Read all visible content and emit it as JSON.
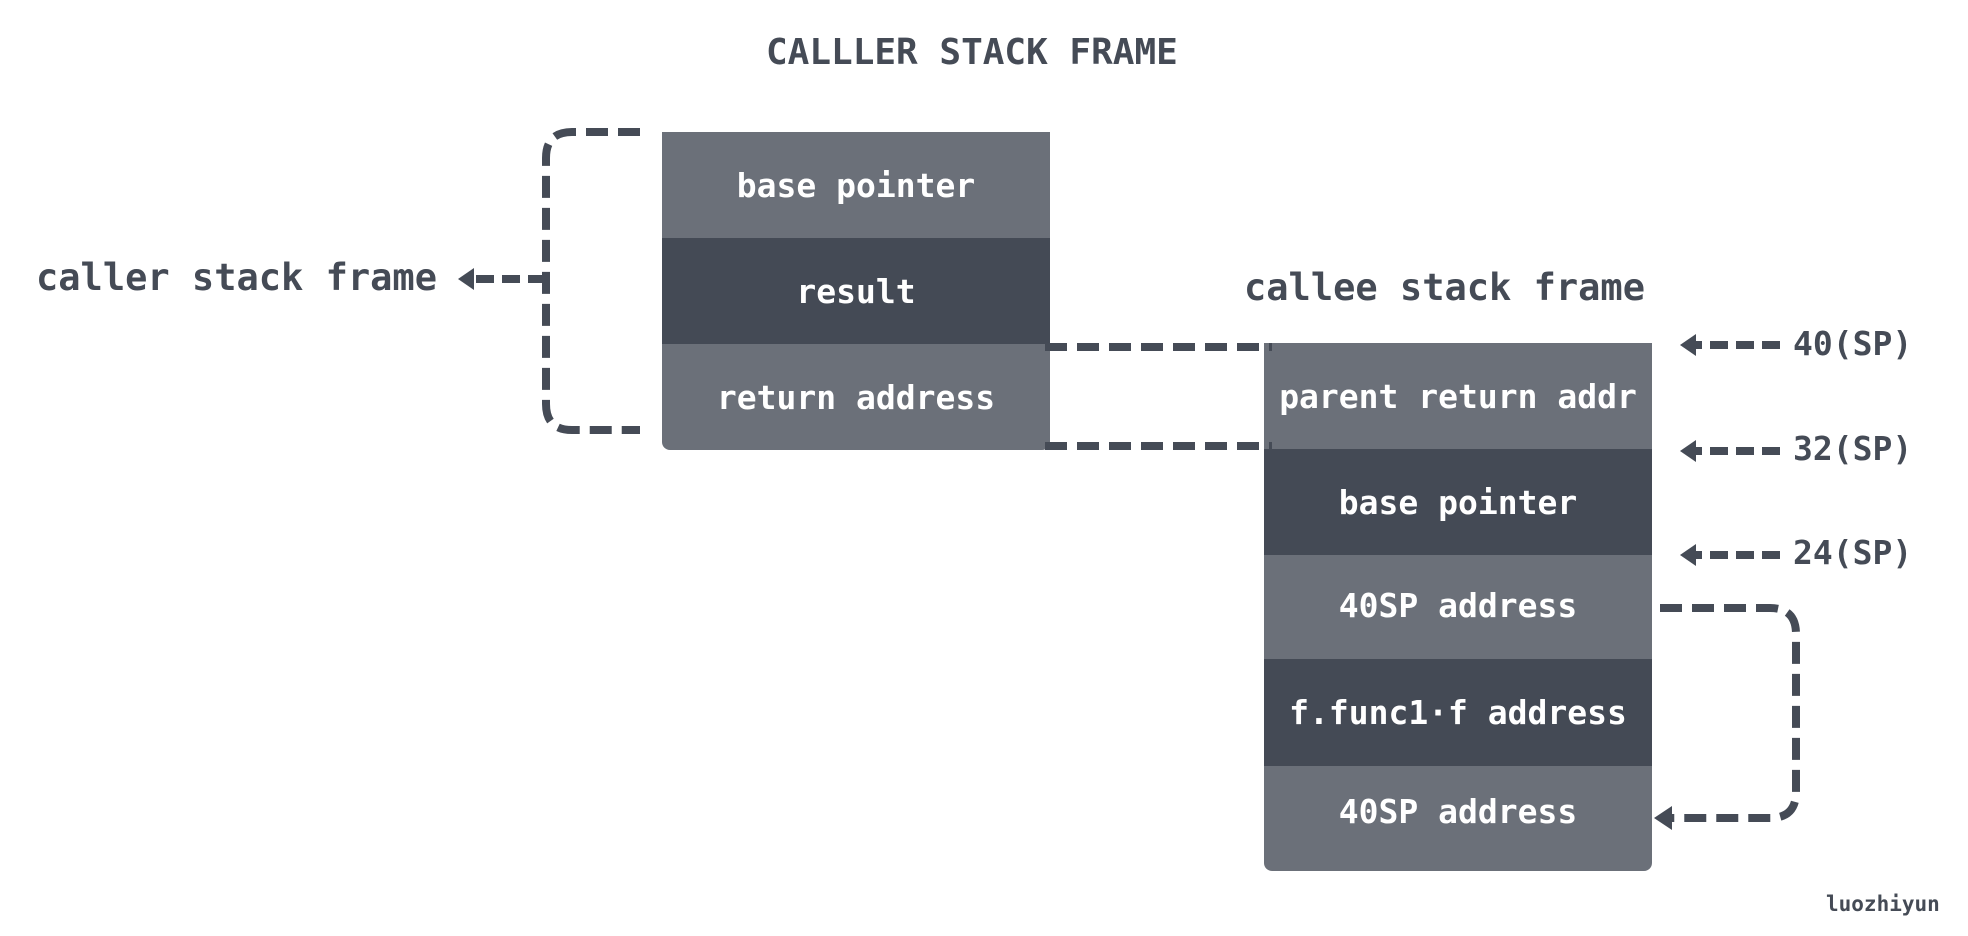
{
  "title": "CALLLER STACK FRAME",
  "caller": {
    "label": "caller stack frame",
    "cells": [
      {
        "text": "base pointer",
        "shade": "light"
      },
      {
        "text": "result",
        "shade": "dark"
      },
      {
        "text": "return address",
        "shade": "light"
      }
    ]
  },
  "callee": {
    "label": "callee stack frame",
    "cells": [
      {
        "text": "parent return addr",
        "shade": "light"
      },
      {
        "text": "base pointer",
        "shade": "dark"
      },
      {
        "text": "40SP address",
        "shade": "light"
      },
      {
        "text": "f.func1·f address",
        "shade": "dark"
      },
      {
        "text": "40SP address",
        "shade": "light"
      }
    ]
  },
  "offsets": [
    "40(SP)",
    "32(SP)",
    "24(SP)"
  ],
  "watermark": "luozhiyun",
  "colors": {
    "light": "#6b7079",
    "dark": "#444a55",
    "line": "#454b56"
  }
}
